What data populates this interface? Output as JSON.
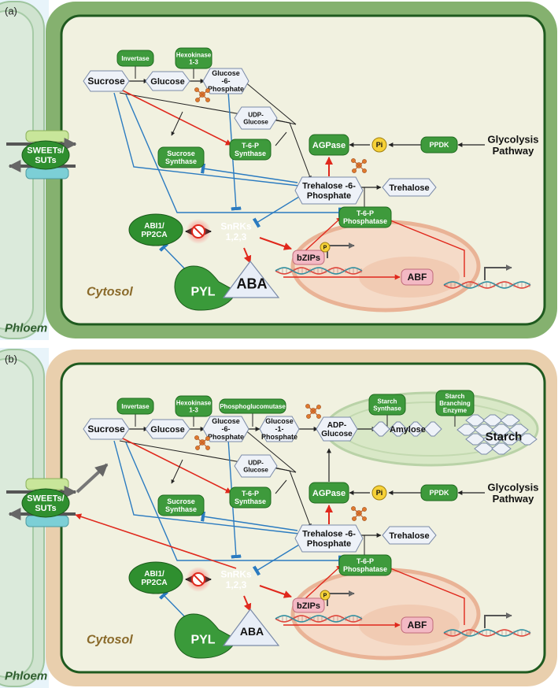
{
  "panels": [
    {
      "label": "(a)",
      "phloem": "Phloem",
      "cytosol": "Cytosol",
      "transporter": "SWEETs/ SUTs",
      "sucrose": "Sucrose",
      "glucose": "Glucose",
      "g6p": [
        "Glucose",
        "-6-",
        "Phosphate"
      ],
      "udpg": [
        "UDP-",
        "Glucose"
      ],
      "invertase": "Invertase",
      "hexokinase": [
        "Hexokinase",
        "1-3"
      ],
      "sucrose_synthase": [
        "Sucrose",
        "Synthase"
      ],
      "t6p_synthase": [
        "T-6-P",
        "Synthase"
      ],
      "t6p": [
        "Trehalose -6-",
        "Phosphate"
      ],
      "trehalose": "Trehalose",
      "t6p_phosphatase": [
        "T-6-P",
        "Phosphatase"
      ],
      "agpase": "AGPase",
      "pi": "Pi",
      "ppdk": "PPDK",
      "glycolysis": [
        "Glycolysis",
        "Pathway"
      ],
      "snrks": [
        "SnRKs",
        "1,2,3"
      ],
      "abi1": [
        "ABI1/",
        "PP2CA"
      ],
      "aba": "ABA",
      "pyl": "PYL",
      "bzips": "bZIPs",
      "p": "P",
      "abf": "ABF"
    },
    {
      "label": "(b)",
      "phloem": "Phloem",
      "cytosol": "Cytosol",
      "transporter": "SWEETs/ SUTs",
      "sucrose": "Sucrose",
      "glucose": "Glucose",
      "g6p": [
        "Glucose",
        "-6-",
        "Phosphate"
      ],
      "g1p": [
        "Glucose",
        "-1-",
        "Phosphate"
      ],
      "udpg": [
        "UDP-",
        "Glucose"
      ],
      "adpg": [
        "ADP-",
        "Glucose"
      ],
      "amylose": "Amylose",
      "starch": "Starch",
      "invertase": "Invertase",
      "hexokinase": [
        "Hexokinase",
        "1-3"
      ],
      "phosphoglucomutase": "Phosphoglucomutase",
      "starch_synthase": [
        "Starch",
        "Synthase"
      ],
      "sbe": [
        "Starch",
        "Branching",
        "Enzyme"
      ],
      "sucrose_synthase": [
        "Sucrose",
        "Synthase"
      ],
      "t6p_synthase": [
        "T-6-P",
        "Synthase"
      ],
      "t6p": [
        "Trehalose -6-",
        "Phosphate"
      ],
      "trehalose": "Trehalose",
      "t6p_phosphatase": [
        "T-6-P",
        "Phosphatase"
      ],
      "agpase": "AGPase",
      "pi": "Pi",
      "ppdk": "PPDK",
      "glycolysis": [
        "Glycolysis",
        "Pathway"
      ],
      "snrks": [
        "SnRKs",
        "1,2,3"
      ],
      "abi1": [
        "ABI1/",
        "PP2CA"
      ],
      "aba": "ABA",
      "pyl": "PYL",
      "bzips": "bZIPs",
      "p": "P",
      "abf": "ABF"
    }
  ]
}
